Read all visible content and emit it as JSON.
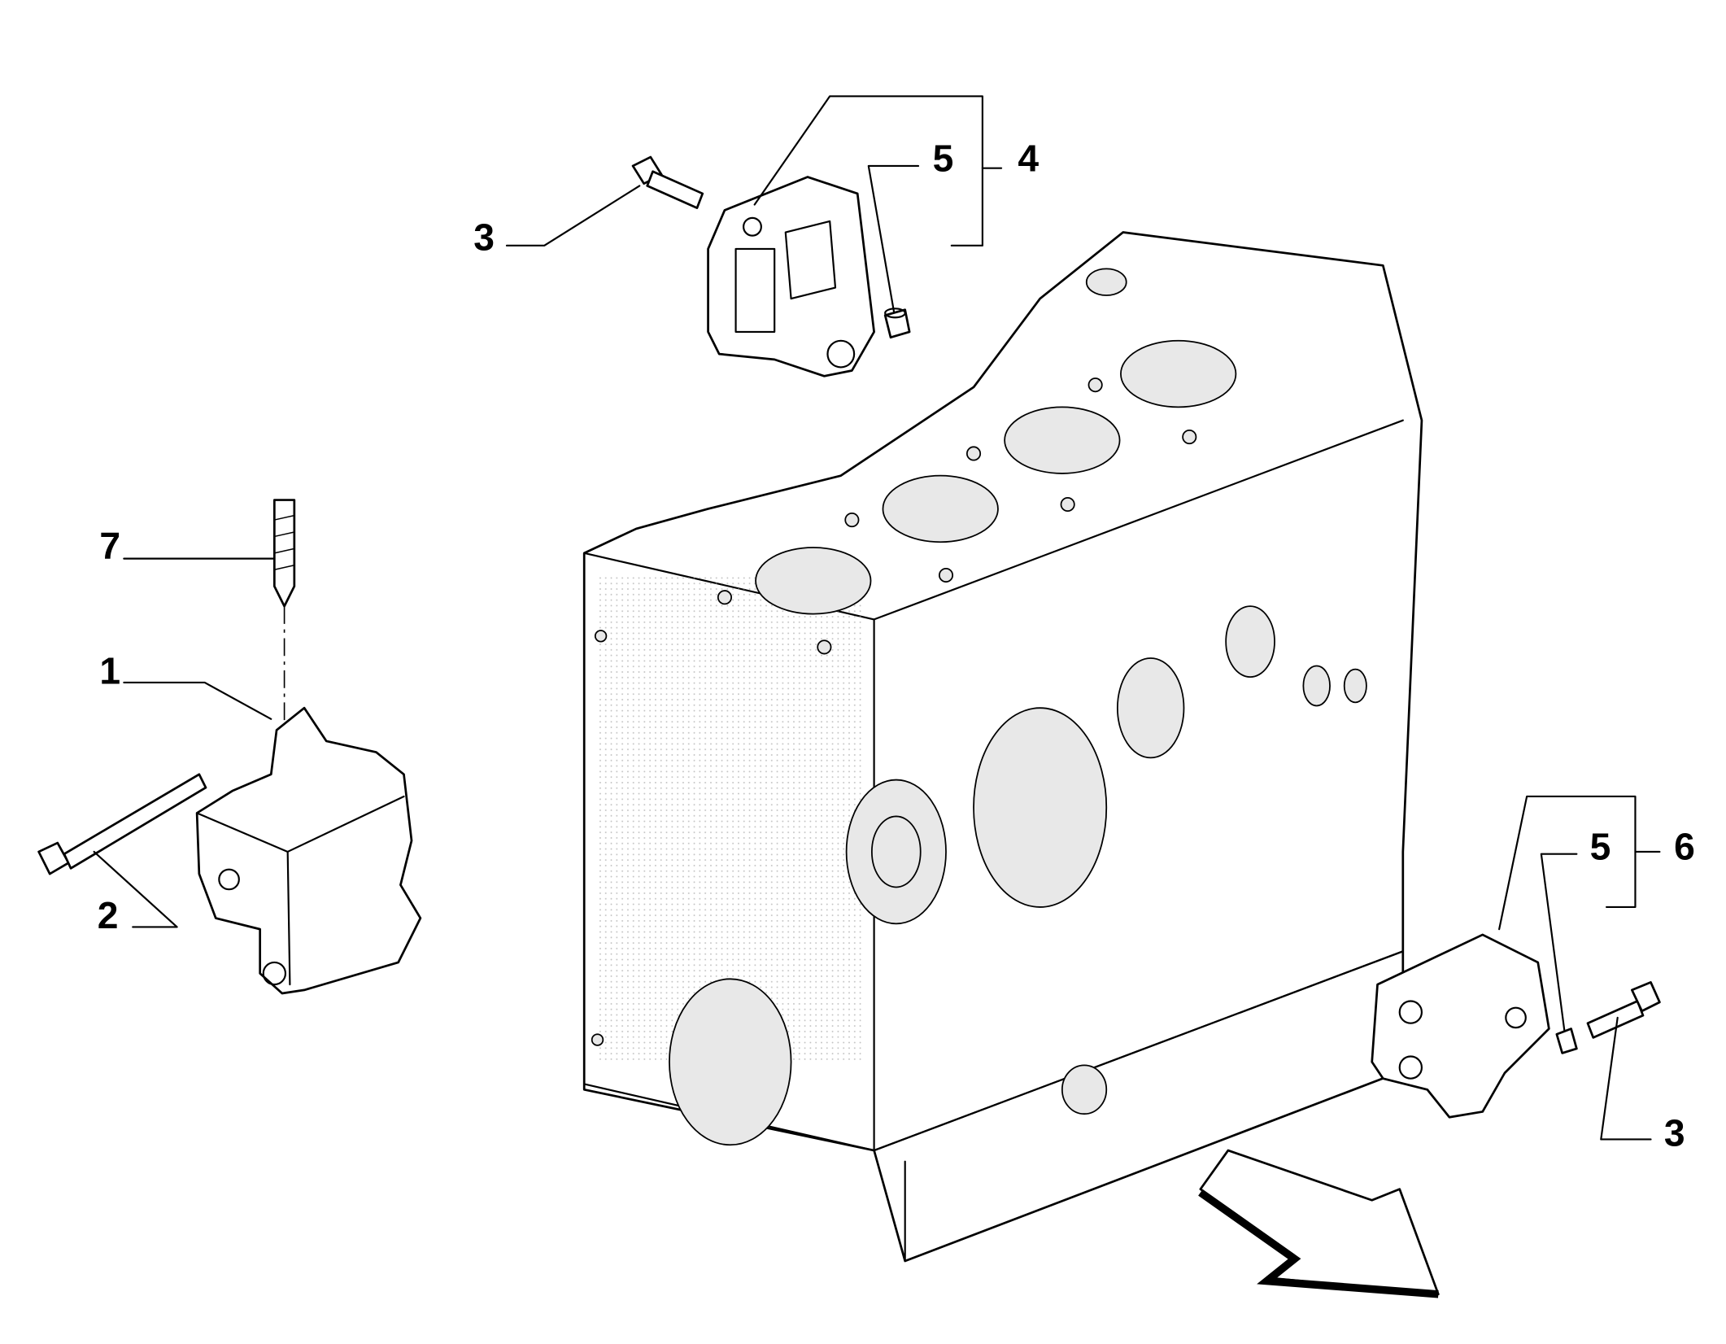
{
  "diagram": {
    "callouts": {
      "top_bolt": "3",
      "top_bushing": "5",
      "top_bracket_assembly": "4",
      "stud": "7",
      "left_mount": "1",
      "left_bolt": "2",
      "right_bushing": "5",
      "right_bracket_assembly": "6",
      "right_bolt": "3"
    }
  }
}
